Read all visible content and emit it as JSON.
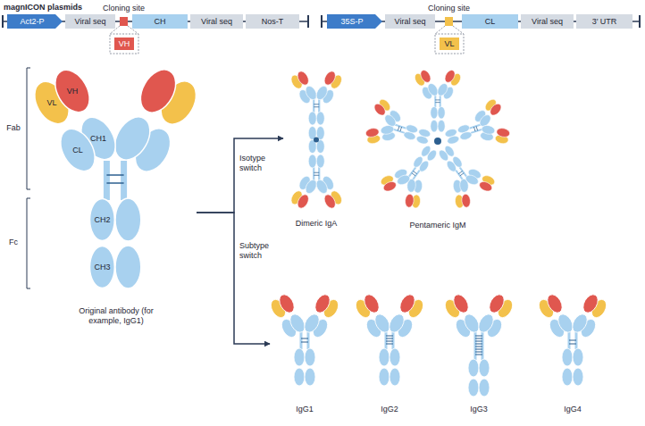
{
  "diagram": {
    "title": "magnICON plasmids",
    "nodes": [
      {
        "text": [
          "Act2-P"
        ]
      },
      {
        "text": [
          "Viral seq"
        ]
      },
      {
        "text": [
          "CH"
        ]
      },
      {
        "text": [
          "Viral seq"
        ]
      },
      {
        "text": [
          "Nos-T"
        ]
      },
      {
        "text": [
          "VH"
        ]
      },
      {
        "text": [
          "35S-P"
        ]
      },
      {
        "text": [
          "Viral seq"
        ]
      },
      {
        "text": [
          "CL"
        ]
      },
      {
        "text": [
          "Viral seq"
        ]
      },
      {
        "text": [
          "3′ UTR"
        ]
      },
      {
        "text": [
          "VL"
        ]
      },
      {
        "text": [
          "Original antibody (for example, IgG1)"
        ]
      },
      {
        "text": [
          "VL"
        ],
        "in": 12
      },
      {
        "text": [
          "VH"
        ],
        "in": 12
      },
      {
        "text": [
          "CH1"
        ],
        "in": 12
      },
      {
        "text": [
          "CL"
        ],
        "in": 12
      },
      {
        "text": [
          "CH2"
        ],
        "in": 12
      },
      {
        "text": [
          "CH3"
        ],
        "in": 12
      },
      {
        "text": [
          "Dimeric IgA"
        ]
      },
      {
        "text": [
          "Pentameric IgM"
        ]
      },
      {
        "text": [
          "IgG1"
        ]
      },
      {
        "text": [
          "IgG2"
        ]
      },
      {
        "text": [
          "IgG3"
        ]
      },
      {
        "text": [
          "IgG4"
        ]
      }
    ],
    "edges": [
      {
        "from": 12,
        "to": 19,
        "arrow": "to",
        "label": "Isotype switch"
      },
      {
        "from": 12,
        "to": 21,
        "arrow": "to",
        "label": "Subtype switch"
      }
    ],
    "labels": [
      "Cloning site",
      "Cloning site",
      "Fab",
      "Fc"
    ]
  }
}
